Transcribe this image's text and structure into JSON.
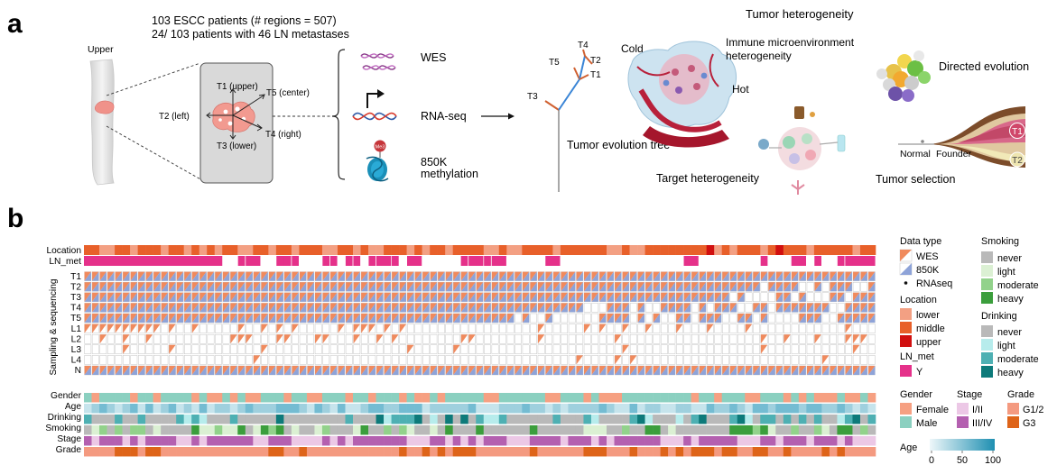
{
  "panel_a": {
    "letter": "a",
    "summary_line1": "103 ESCC patients (# regions = 507)",
    "summary_line2": "24/ 103 patients with 46 LN metastases",
    "esophagus_label": "Upper",
    "regions": {
      "t1": "T1 (upper)",
      "t2": "T2 (left)",
      "t3": "T3 (lower)",
      "t4": "T4 (right)",
      "t5": "T5 (center)"
    },
    "assays": {
      "wes": "WES",
      "rnaseq": "RNA-seq",
      "meth_line1": "850K",
      "meth_line2": "methylation",
      "me3_badge": "Me3"
    },
    "tree": {
      "leaves": [
        "T4",
        "T5",
        "T2",
        "T1",
        "T3"
      ],
      "caption": "Tumor evolution tree"
    },
    "heterogeneity_title": "Tumor heterogeneity",
    "immune": {
      "cold": "Cold",
      "hot": "Hot",
      "title_line1": "Immune microenvironment",
      "title_line2": "heterogeneity"
    },
    "target_title": "Target heterogeneity",
    "directed_evolution": "Directed evolution",
    "selection": {
      "title": "Tumor selection",
      "normal": "Normal",
      "founder": "Founder",
      "clone1": "T1",
      "clone2": "T2"
    }
  },
  "panel_b": {
    "letter": "b",
    "row_labels": {
      "location": "Location",
      "ln_met": "LN_met",
      "sampling_axis": "Sampling & sequencing",
      "samples": [
        "T1",
        "T2",
        "T3",
        "T4",
        "T5",
        "L1",
        "L2",
        "L3",
        "L4",
        "N"
      ],
      "gender": "Gender",
      "age": "Age",
      "drinking": "Drinking",
      "smoking": "Smoking",
      "stage": "Stage",
      "grade": "Grade"
    },
    "legend": {
      "data_type": {
        "title": "Data type",
        "items": [
          "WES",
          "850K",
          "RNAseq"
        ]
      },
      "location": {
        "title": "Location",
        "items": [
          "lower",
          "middle",
          "upper"
        ]
      },
      "ln_met": {
        "title": "LN_met",
        "items": [
          "Y"
        ]
      },
      "smoking": {
        "title": "Smoking",
        "items": [
          "never",
          "light",
          "moderate",
          "heavy"
        ]
      },
      "drinking": {
        "title": "Drinking",
        "items": [
          "never",
          "light",
          "moderate",
          "heavy"
        ]
      },
      "gender": {
        "title": "Gender",
        "items": [
          "Female",
          "Male"
        ]
      },
      "stage": {
        "title": "Stage",
        "items": [
          "I/II",
          "III/IV"
        ]
      },
      "grade": {
        "title": "Grade",
        "items": [
          "G1/2",
          "G3"
        ]
      },
      "age": {
        "title": "Age",
        "ticks": [
          "0",
          "50",
          "100"
        ]
      }
    },
    "patient_count": 103
  },
  "colors": {
    "wes": "#f08a5d",
    "k850": "#8ea3d8",
    "loc_lower": "#f3a083",
    "loc_middle": "#e8602a",
    "loc_upper": "#d10f0f",
    "ln_y": "#e5318a",
    "smoke_never": "#b9b9b9",
    "smoke_light": "#dbf0d3",
    "smoke_moderate": "#92d28b",
    "smoke_heavy": "#3b9e3c",
    "drink_never": "#b9b9b9",
    "drink_light": "#b7ecec",
    "drink_moderate": "#4eb0b3",
    "drink_heavy": "#0d7a7a",
    "female": "#f6a082",
    "male": "#8bd0c0",
    "stage_early": "#ecc8e6",
    "stage_late": "#b460b0",
    "grade_low": "#f49a80",
    "grade_high": "#de6419",
    "age_low": "#e9f5f8",
    "age_high": "#1e8fb1"
  }
}
